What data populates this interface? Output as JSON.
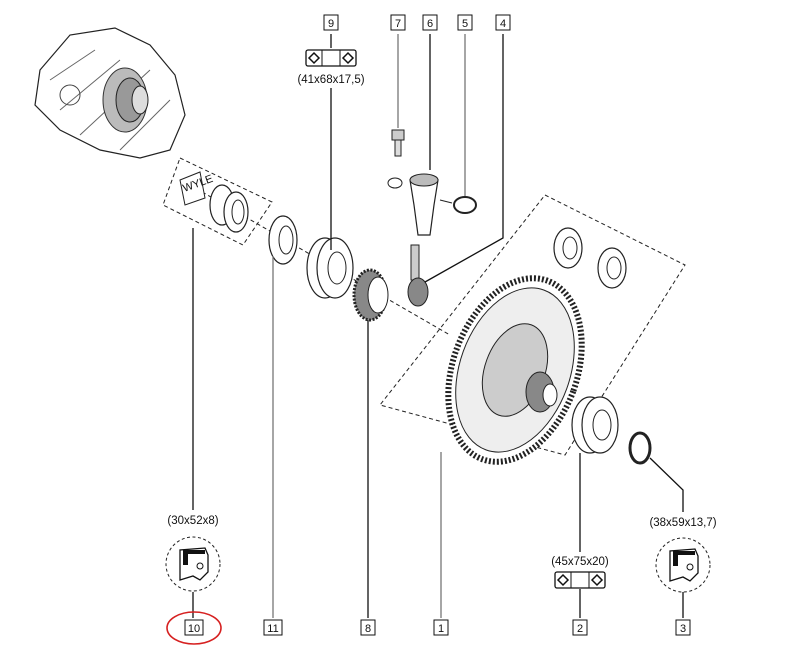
{
  "callouts": {
    "c1": "1",
    "c2": "2",
    "c3": "3",
    "c4": "4",
    "c5": "5",
    "c6": "6",
    "c7": "7",
    "c8": "8",
    "c9": "9",
    "c10": "10",
    "c11": "11"
  },
  "dimensions": {
    "bearing_9": "(41x68x17,5)",
    "bearing_2": "(45x75x20)",
    "seal_10": "(30x52x8)",
    "seal_3": "(38x59x13,7)"
  },
  "kit_label": "WYLE",
  "highlight_color": "#d62020"
}
